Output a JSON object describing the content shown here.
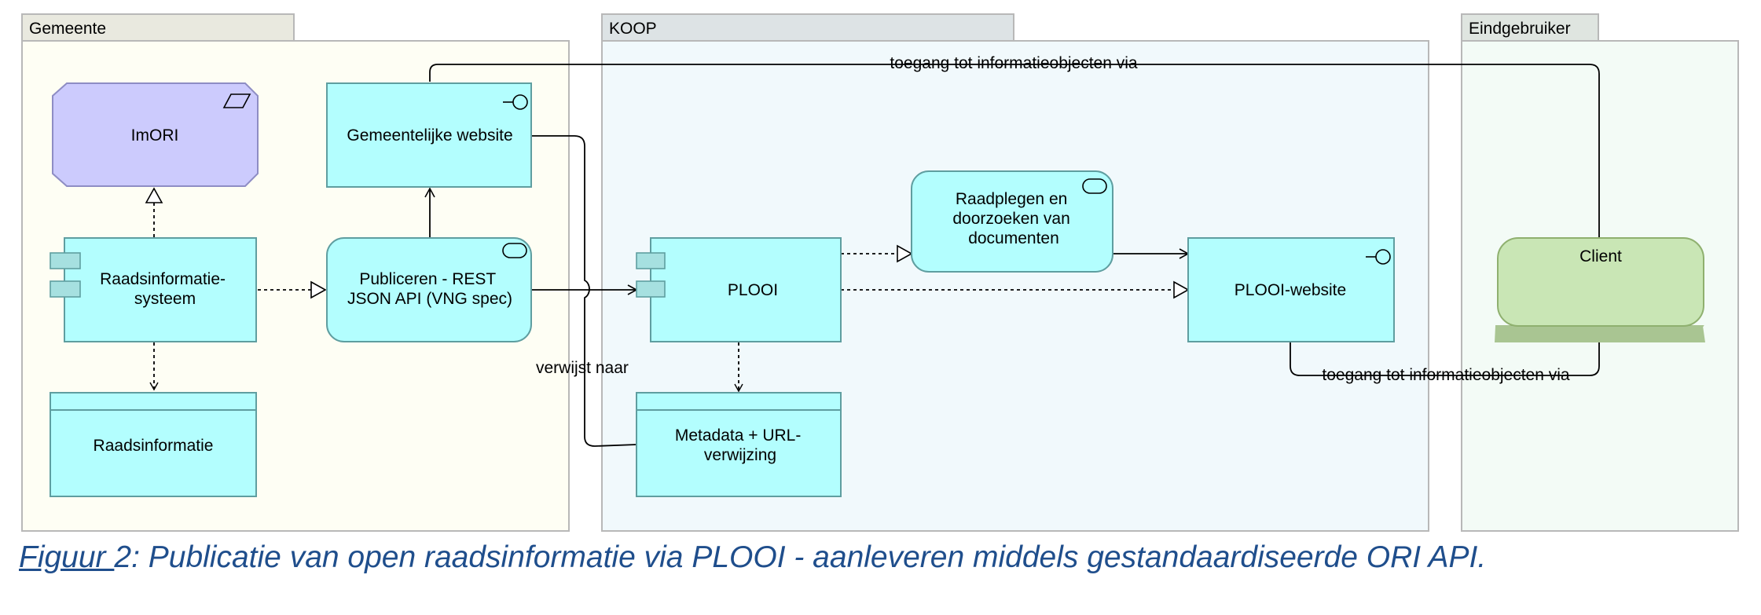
{
  "groups": {
    "gemeente": "Gemeente",
    "koop": "KOOP",
    "eindgebruiker": "Eindgebruiker"
  },
  "elements": {
    "imori": "ImORI",
    "gemeentelijke_website": "Gemeentelijke website",
    "raadsinformatiesysteem": [
      "Raadsinformatie-",
      "systeem"
    ],
    "publiceren_api": [
      "Publiceren - REST",
      "JSON API (VNG spec)"
    ],
    "raadsinformatie": "Raadsinformatie",
    "plooi": "PLOOI",
    "raadplegen": [
      "Raadplegen en",
      "doorzoeken van",
      "documenten"
    ],
    "plooi_website": "PLOOI-website",
    "metadata": [
      "Metadata + URL-",
      "verwijzing"
    ],
    "client": "Client"
  },
  "relations": {
    "toegang_top": "toegang tot informatieobjecten via",
    "toegang_bottom": "toegang tot informatieobjecten via",
    "verwijst_naar": "verwijst naar"
  },
  "caption": {
    "figuur": "Figuur ",
    "rest": "2: Publicatie van open raadsinformatie via PLOOI - aanleveren middels gestandaardiseerde ORI API."
  },
  "colors": {
    "app": "#b3fefe",
    "app_border": "#5f9ea0",
    "business_object": "#cccbfd",
    "client": "#c9e6b5",
    "client_border": "#8fb06f",
    "gemeente_bg": "#fefef4",
    "koop_bg": "#f1f9fc",
    "eind_bg": "#f3fbf6",
    "caption": "#1f4e8c"
  }
}
